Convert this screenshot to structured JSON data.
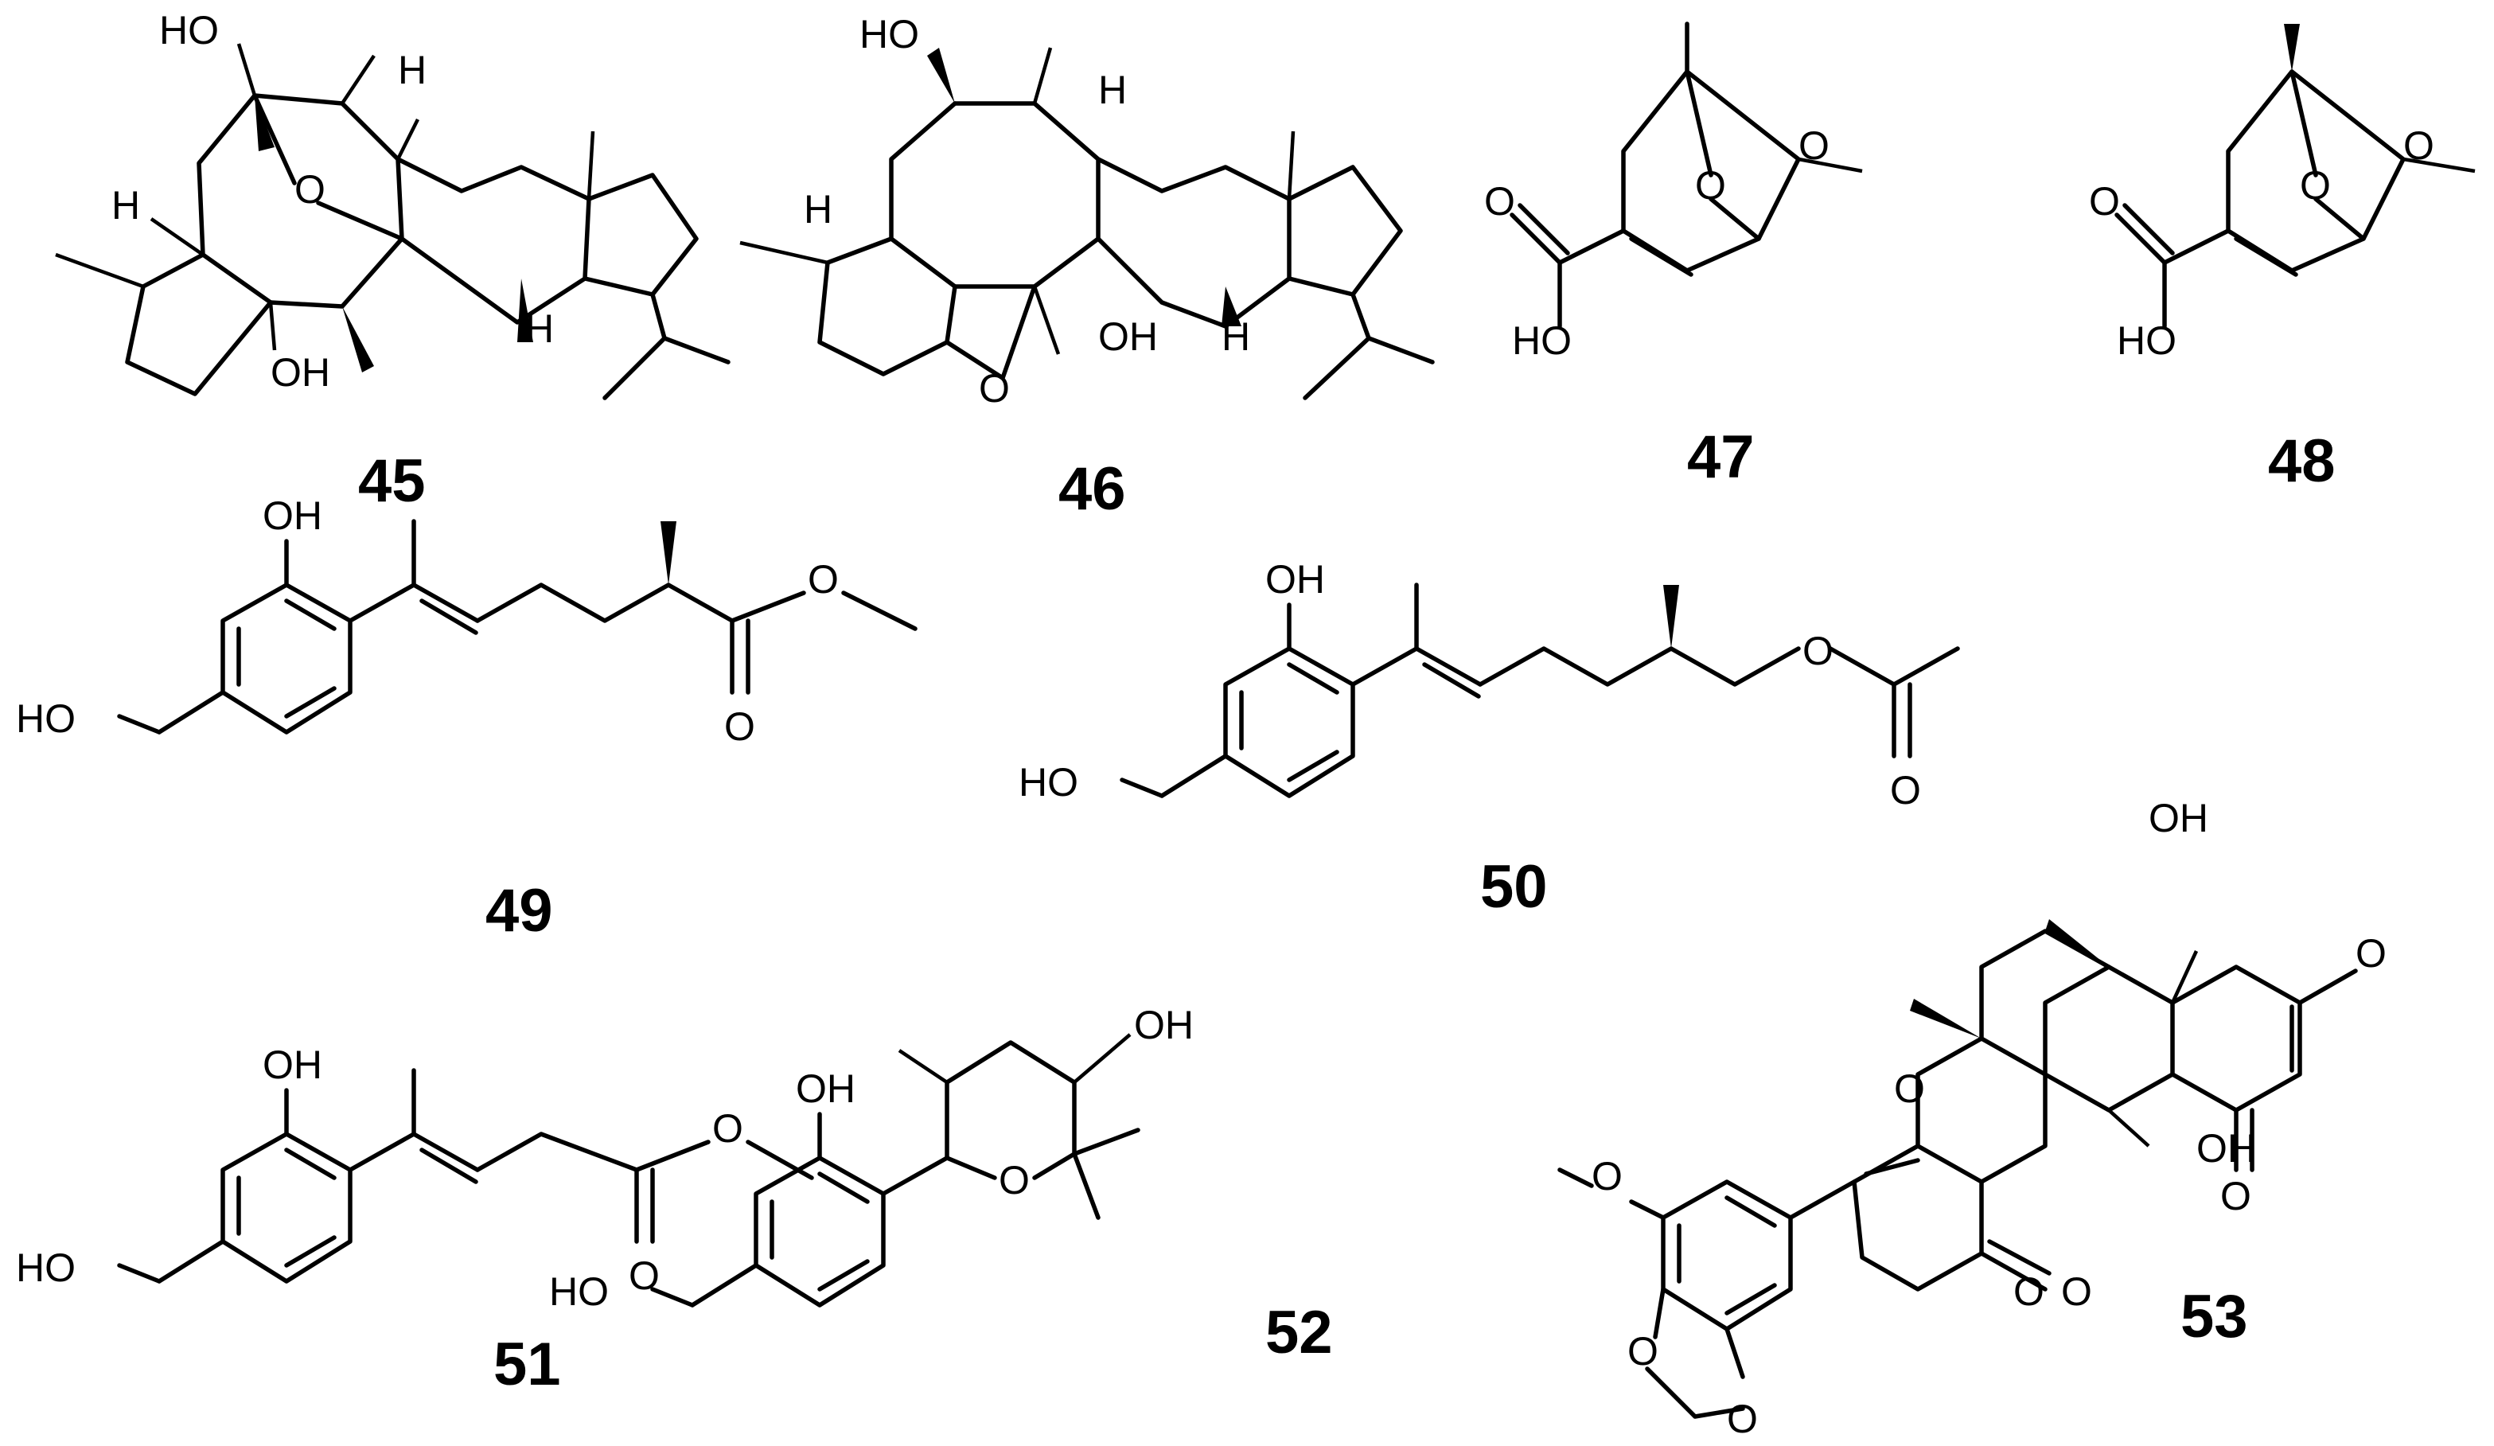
{
  "compounds": [
    {
      "id": "45",
      "label": "45"
    },
    {
      "id": "46",
      "label": "46"
    },
    {
      "id": "47",
      "label": "47"
    },
    {
      "id": "48",
      "label": "48"
    },
    {
      "id": "49",
      "label": "49"
    },
    {
      "id": "50",
      "label": "50"
    },
    {
      "id": "51",
      "label": "51"
    },
    {
      "id": "52",
      "label": "52"
    },
    {
      "id": "53",
      "label": "53"
    }
  ],
  "atom_labels": {
    "OH": "OH",
    "HO": "HO",
    "O": "O",
    "H": "H"
  }
}
